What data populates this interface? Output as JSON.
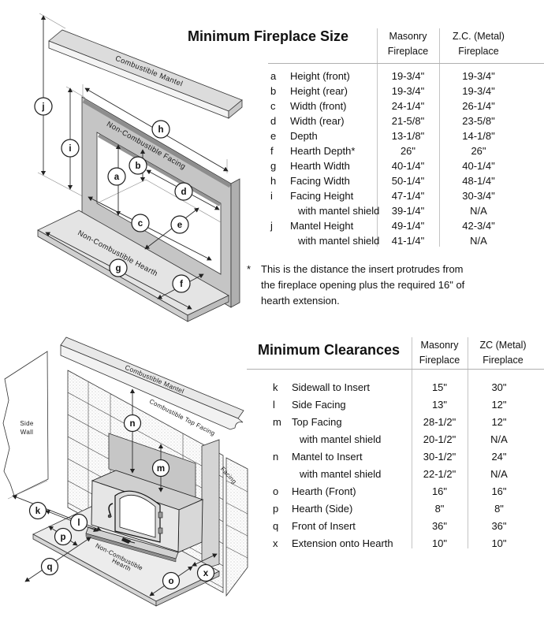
{
  "diagram1": {
    "labels": {
      "mantel": "Combustible Mantel",
      "facing": "Non-Combustible Facing",
      "hearth": "Non-Combustible Hearth"
    },
    "markers": {
      "a": "a",
      "b": "b",
      "c": "c",
      "d": "d",
      "e": "e",
      "f": "f",
      "g": "g",
      "h": "h",
      "i": "i",
      "j": "j"
    }
  },
  "diagram2": {
    "labels": {
      "side_wall_1": "Side",
      "side_wall_2": "Wall",
      "mantel": "Combustible Mantel",
      "top_facing": "Combustible Top Facing",
      "facing": "Facing",
      "hearth_1": "Non-Combustible",
      "hearth_2": "Hearth"
    },
    "markers": {
      "k": "k",
      "l": "l",
      "m": "m",
      "n": "n",
      "o": "o",
      "p": "p",
      "q": "q",
      "x": "x"
    }
  },
  "size_table": {
    "title": "Minimum Fireplace Size",
    "col1": [
      "Masonry",
      "Fireplace"
    ],
    "col2": [
      "Z.C. (Metal)",
      "Fireplace"
    ],
    "rows": [
      {
        "letter": "a",
        "label": "Height (front)",
        "masonry": "19-3/4\"",
        "zc": "19-3/4\""
      },
      {
        "letter": "b",
        "label": "Height (rear)",
        "masonry": "19-3/4\"",
        "zc": "19-3/4\""
      },
      {
        "letter": "c",
        "label": "Width (front)",
        "masonry": "24-1/4\"",
        "zc": "26-1/4\""
      },
      {
        "letter": "d",
        "label": "Width (rear)",
        "masonry": "21-5/8\"",
        "zc": "23-5/8\""
      },
      {
        "letter": "e",
        "label": "Depth",
        "masonry": "13-1/8\"",
        "zc": "14-1/8\""
      },
      {
        "letter": "f",
        "label": "Hearth Depth*",
        "masonry": "26\"",
        "zc": "26\""
      },
      {
        "letter": "g",
        "label": "Hearth Width",
        "masonry": "40-1/4\"",
        "zc": "40-1/4\""
      },
      {
        "letter": "h",
        "label": "Facing Width",
        "masonry": "50-1/4\"",
        "zc": "48-1/4\""
      },
      {
        "letter": "i",
        "label": "Facing Height",
        "masonry": "47-1/4\"",
        "zc": "30-3/4\""
      },
      {
        "letter": "",
        "label": "with mantel shield",
        "masonry": "39-1/4\"",
        "zc": "N/A"
      },
      {
        "letter": "j",
        "label": "Mantel Height",
        "masonry": "49-1/4\"",
        "zc": "42-3/4\""
      },
      {
        "letter": "",
        "label": "with mantel shield",
        "masonry": "41-1/4\"",
        "zc": "N/A"
      }
    ],
    "footnote_marker": "*",
    "footnote": [
      "This is the distance the insert protrudes from",
      "the fireplace opening plus the required 16\" of",
      "hearth extension."
    ]
  },
  "clearance_table": {
    "title": "Minimum Clearances",
    "col1": [
      "Masonry",
      "Fireplace"
    ],
    "col2": [
      "ZC (Metal)",
      "Fireplace"
    ],
    "rows": [
      {
        "letter": "k",
        "label": "Sidewall to Insert",
        "masonry": "15\"",
        "zc": "30\""
      },
      {
        "letter": "l",
        "label": "Side Facing",
        "masonry": "13\"",
        "zc": "12\""
      },
      {
        "letter": "m",
        "label": "Top Facing",
        "masonry": "28-1/2\"",
        "zc": "12\""
      },
      {
        "letter": "",
        "label": "with mantel shield",
        "masonry": "20-1/2\"",
        "zc": "N/A"
      },
      {
        "letter": "n",
        "label": "Mantel to Insert",
        "masonry": "30-1/2\"",
        "zc": "24\""
      },
      {
        "letter": "",
        "label": "with mantel shield",
        "masonry": "22-1/2\"",
        "zc": "N/A"
      },
      {
        "letter": "o",
        "label": "Hearth (Front)",
        "masonry": "16\"",
        "zc": "16\""
      },
      {
        "letter": "p",
        "label": "Hearth (Side)",
        "masonry": "8\"",
        "zc": "8\""
      },
      {
        "letter": "q",
        "label": "Front of Insert",
        "masonry": "36\"",
        "zc": "36\""
      },
      {
        "letter": "",
        "label": "",
        "masonry": "",
        "zc": ""
      },
      {
        "letter": "x",
        "label": "Extension onto Hearth",
        "masonry": "10\"",
        "zc": "10\""
      }
    ]
  }
}
